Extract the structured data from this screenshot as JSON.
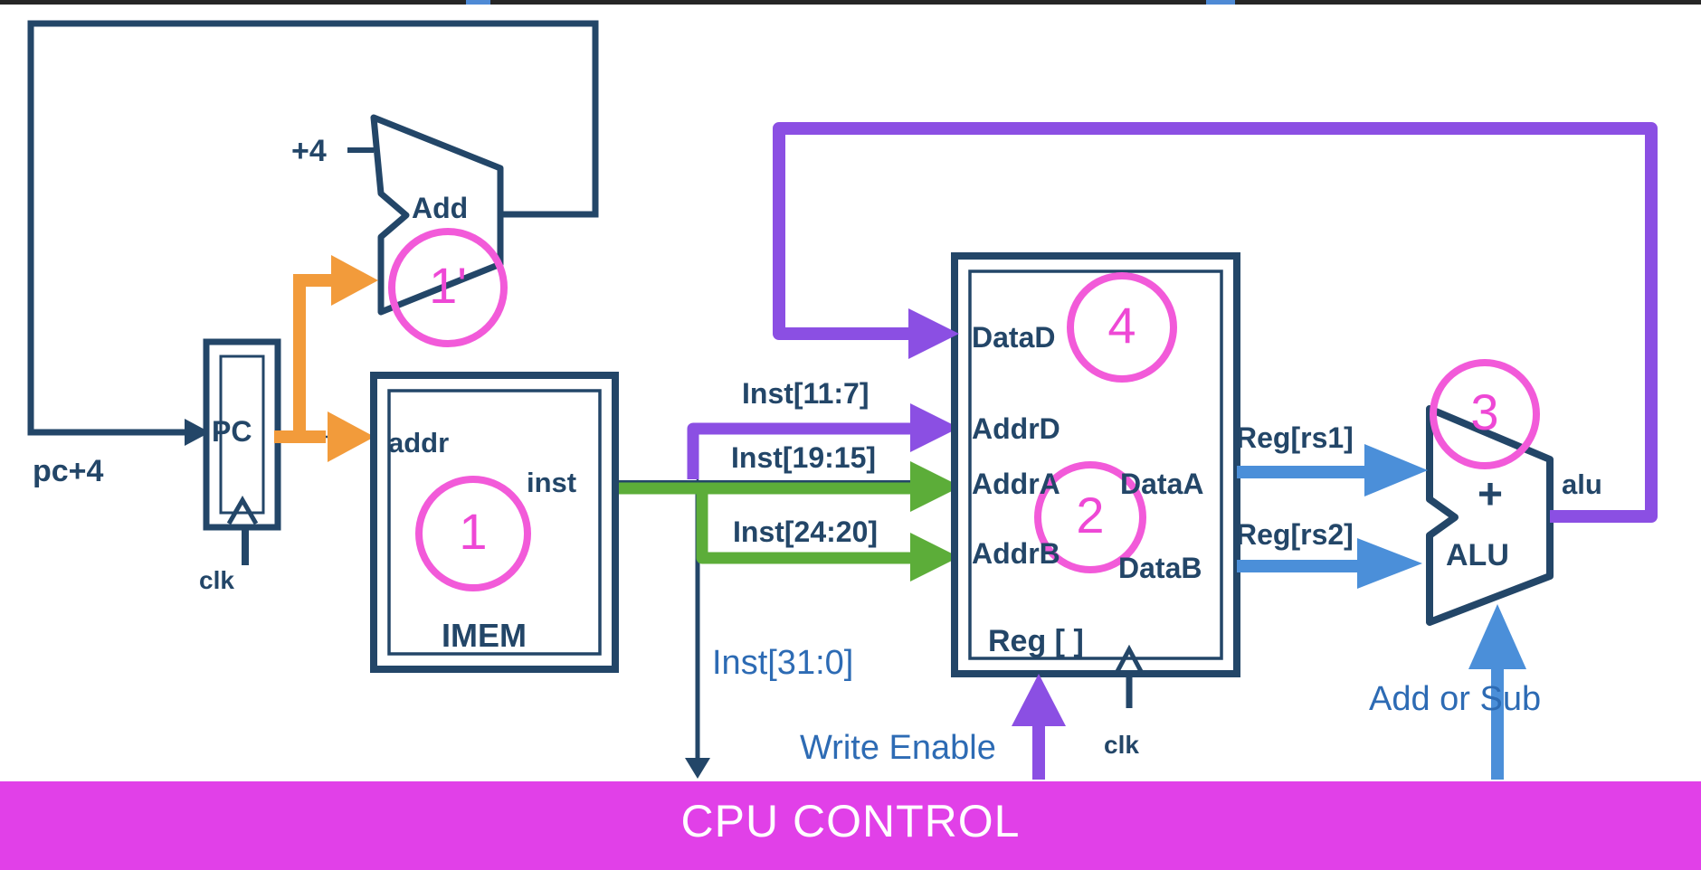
{
  "diagram": {
    "title": "CPU datapath (add/sub) with CPU control",
    "bottom_bar": {
      "label": "CPU CONTROL"
    },
    "labels": {
      "pc_plus_4": "pc+4",
      "plus4": "+4",
      "add": "Add",
      "pc": "PC",
      "clk_pc": "clk",
      "addr": "addr",
      "inst": "inst",
      "imem": "IMEM",
      "inst_11_7": "Inst[11:7]",
      "inst_19_15": "Inst[19:15]",
      "inst_24_20": "Inst[24:20]",
      "inst_31_0": "Inst[31:0]",
      "data_d": "DataD",
      "addr_d": "AddrD",
      "addr_a": "AddrA",
      "data_a": "DataA",
      "addr_b": "AddrB",
      "data_b": "DataB",
      "reg_file": "Reg [ ]",
      "clk_reg": "clk",
      "write_enable": "Write Enable",
      "reg_rs1": "Reg[rs1]",
      "reg_rs2": "Reg[rs2]",
      "alu_plus": "+",
      "alu": "ALU",
      "alu_out": "alu",
      "add_or_sub": "Add or Sub"
    },
    "step_markers": {
      "pc_adder": "1'",
      "imem_fetch": "1",
      "regfile_read": "2",
      "alu_execute": "3",
      "writeback": "4"
    },
    "colors": {
      "navy": "#234668",
      "marker_purple": "#8b4fe3",
      "marker_green": "#5cad39",
      "marker_orange": "#f29b3b",
      "marker_blue": "#4b8fd9",
      "circle_magenta": "#f25ad9",
      "number_magenta": "#ee48d5",
      "control_bar_magenta": "#e140e8",
      "annotation_blue": "#2d6bb4",
      "top_bar_dark": "#262626",
      "top_bar_blue": "#4e8ad5"
    }
  }
}
